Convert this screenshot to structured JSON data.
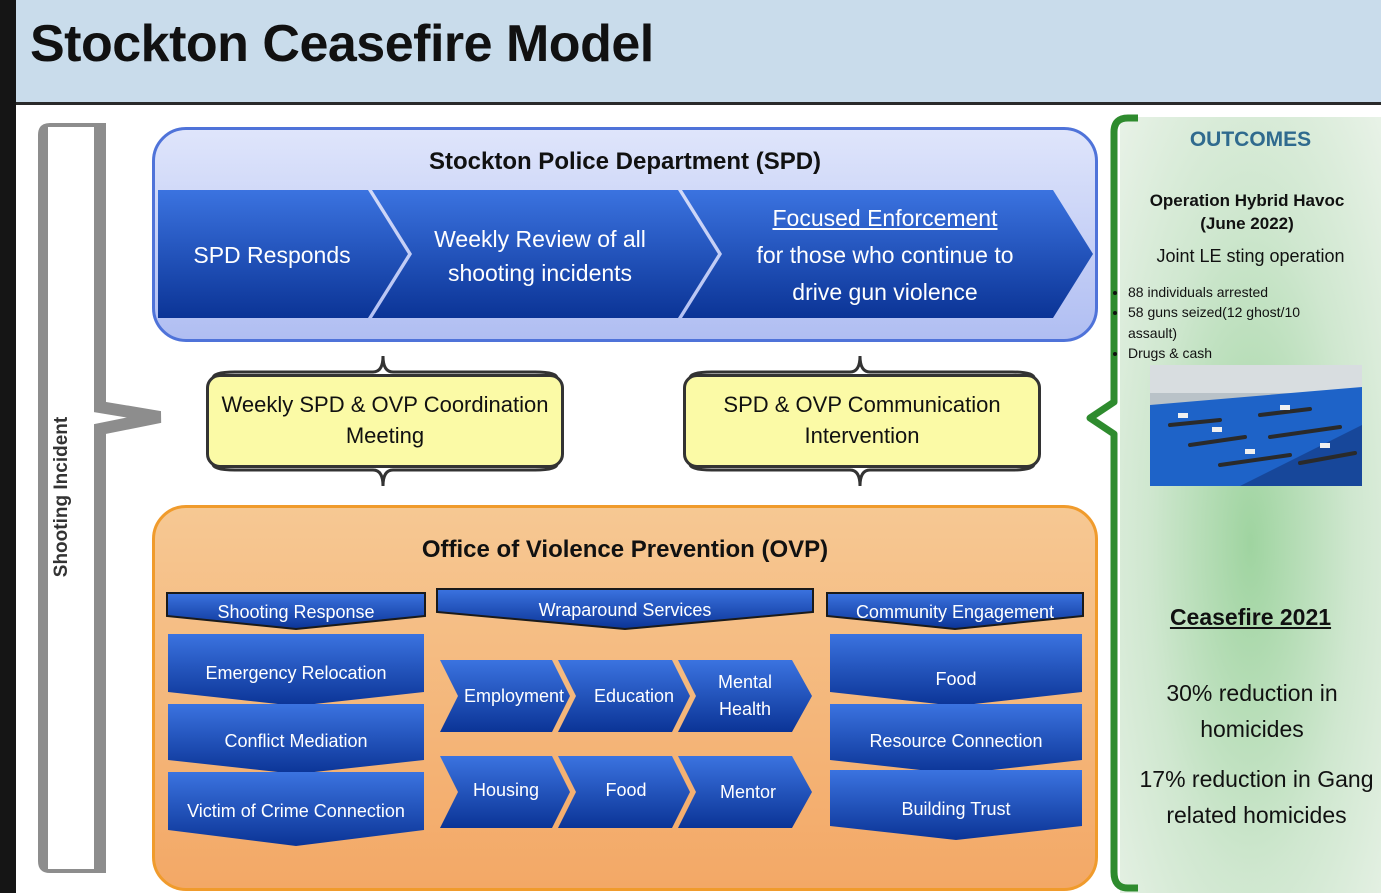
{
  "title": "Stockton Ceasefire Model",
  "side_label": "Shooting Incident",
  "spd": {
    "title": "Stockton Police Department (SPD)",
    "steps": [
      {
        "label": "SPD Responds"
      },
      {
        "label": "Weekly Review of all shooting incidents"
      },
      {
        "label_link": "Focused Enforcement",
        "label": "for those who continue to drive gun violence"
      }
    ]
  },
  "coordination": {
    "left": "Weekly SPD & OVP Coordination Meeting",
    "right": "SPD & OVP Communication Intervention"
  },
  "ovp": {
    "title": "Office of  Violence Prevention (OVP)",
    "shooting_response": {
      "header": "Shooting Response",
      "items": [
        "Emergency Relocation",
        "Conflict Mediation",
        "Victim of Crime Connection"
      ]
    },
    "wraparound": {
      "header": "Wraparound Services",
      "row1": [
        "Employment",
        "Education",
        "Mental Health"
      ],
      "row2": [
        "Housing",
        "Food",
        "Mentor"
      ]
    },
    "community": {
      "header": "Community Engagement",
      "items": [
        "Food",
        "Resource Connection",
        "Building Trust"
      ]
    }
  },
  "outcomes": {
    "heading": "OUTCOMES",
    "operation_title": "Operation Hybrid Havoc (June 2022)",
    "operation_sub": "Joint LE sting operation",
    "bullets": [
      "88 individuals arrested",
      "58 guns seized(12 ghost/10 assault)",
      "Drugs & cash"
    ],
    "ceasefire_title": "Ceasefire 2021",
    "stat1": "30% reduction in homicides",
    "stat2": "17% reduction in Gang related homicides"
  },
  "colors": {
    "spd_blue": "#2f68d8",
    "ovp_orange": "#f3a866",
    "bracket_green": "#2e8b2e",
    "note_yellow": "#fbfaa6"
  }
}
